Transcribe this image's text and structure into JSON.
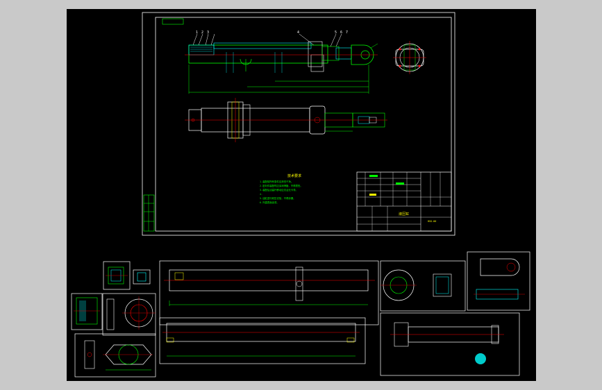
{
  "sheet": {
    "stamp": "",
    "leader_numbers": [
      "1",
      "2",
      "3",
      "4",
      "5",
      "6",
      "7"
    ],
    "notes_title": "技术要求",
    "notes_lines": [
      "1.装配前所有零件应清洗干净。",
      "2.密封件装配时应涂润滑脂，不得损伤。",
      "3.装配后活塞杆移动应灵活无卡滞。",
      "4.",
      "5.油缸进行耐压试验，不得渗漏。",
      "6.外露表面涂漆。"
    ],
    "title_block": {
      "drawing_title": "液压缸",
      "drawing_code": "HSG-00"
    }
  },
  "colors": {
    "background": "#000000",
    "viewport": "#c9c9c9",
    "frame": "#ffffff",
    "outline": "#00ff00",
    "centerline": "#ff0000",
    "dimension": "#00ffff",
    "accent": "#ffff00"
  }
}
